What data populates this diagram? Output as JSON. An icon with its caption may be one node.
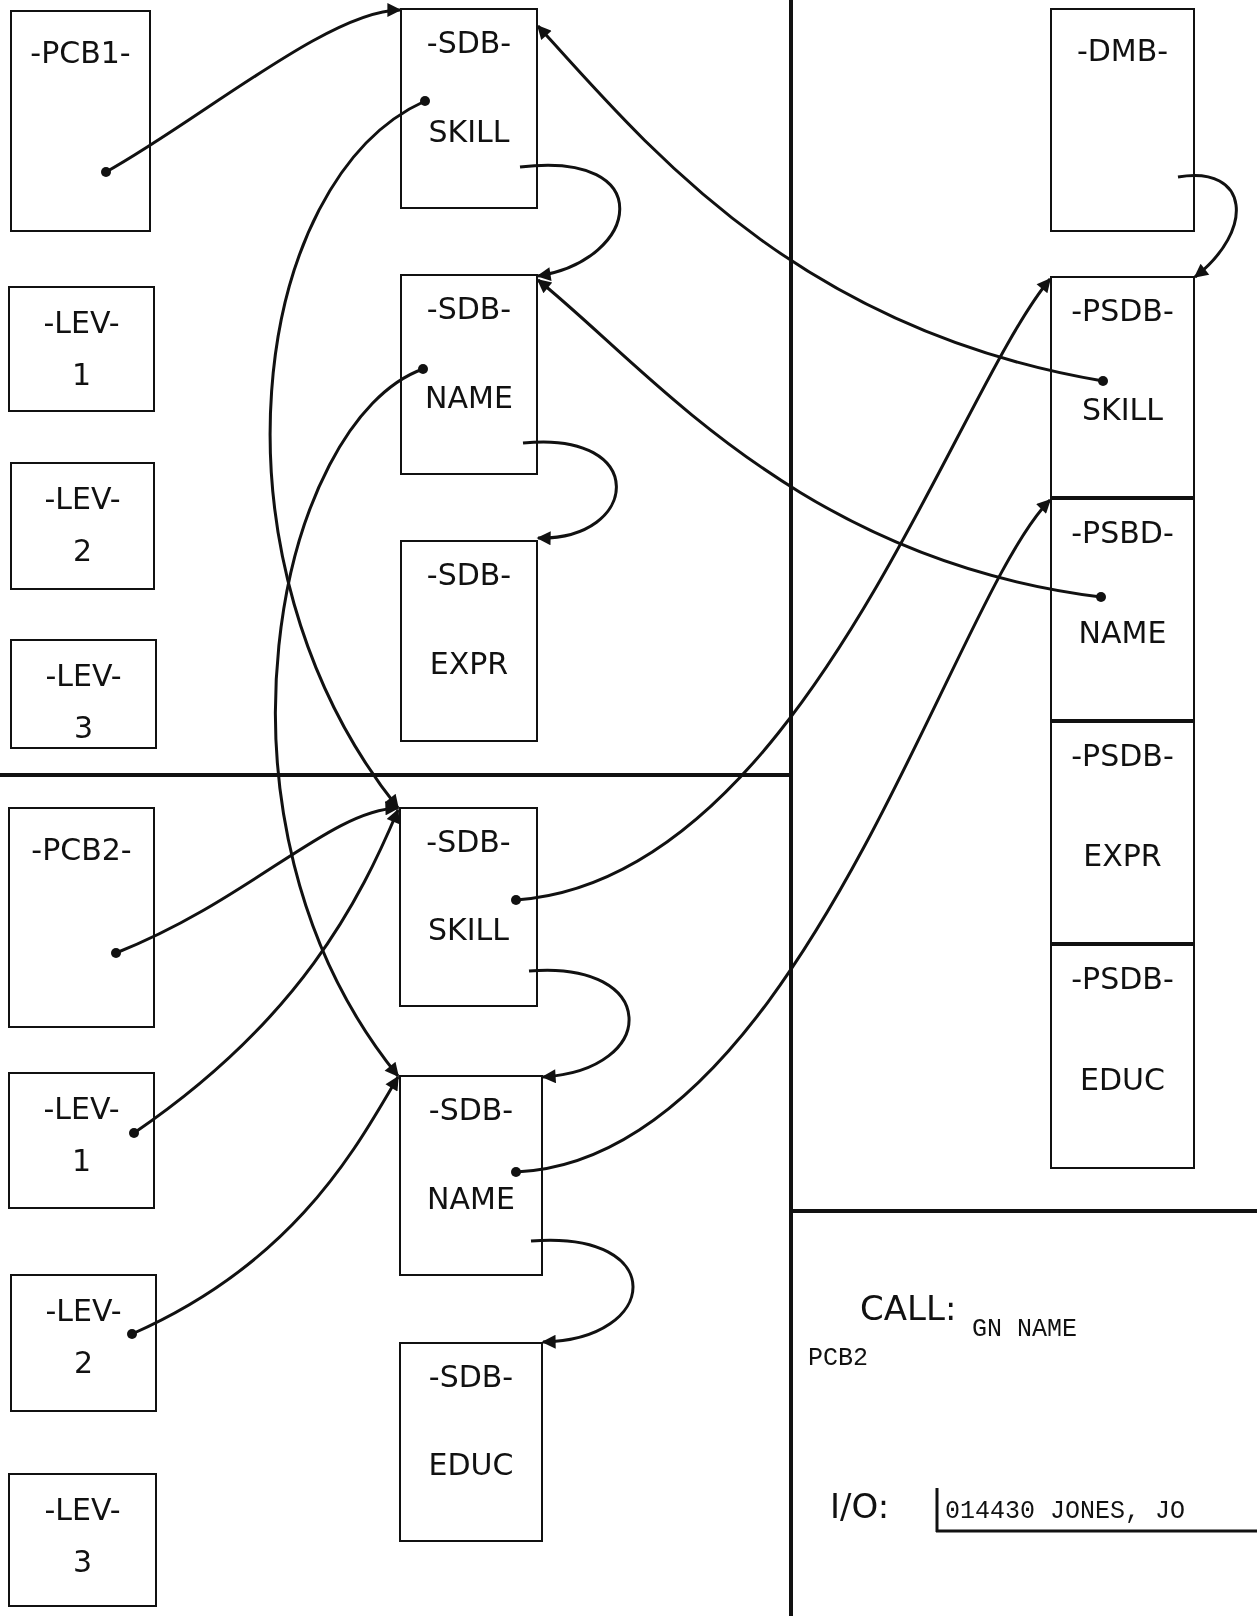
{
  "diagram": {
    "nodes": [
      {
        "text": [
          "-PCB1-"
        ]
      },
      {
        "text": [
          "-SDB-",
          "SKILL"
        ]
      },
      {
        "text": [
          "-LEV-",
          "1"
        ]
      },
      {
        "text": [
          "-SDB-",
          "NAME"
        ]
      },
      {
        "text": [
          "-LEV-",
          "2"
        ]
      },
      {
        "text": [
          "-SDB-",
          "EXPR"
        ]
      },
      {
        "text": [
          "-LEV-",
          "3"
        ]
      },
      {
        "text": [
          "-DMB-"
        ]
      },
      {
        "text": [
          "-PSDB-",
          "SKILL"
        ]
      },
      {
        "text": [
          "-PSBD-",
          "NAME"
        ]
      },
      {
        "text": [
          "-PSDB-",
          "EXPR"
        ]
      },
      {
        "text": [
          "-PSDB-",
          "EDUC"
        ]
      },
      {
        "text": [
          "-PCB2-"
        ]
      },
      {
        "text": [
          "-SDB-",
          "SKILL"
        ]
      },
      {
        "text": [
          "-LEV-",
          "1"
        ]
      },
      {
        "text": [
          "-SDB-",
          "NAME"
        ]
      },
      {
        "text": [
          "-LEV-",
          "2"
        ]
      },
      {
        "text": [
          "-SDB-",
          "EDUC"
        ]
      },
      {
        "text": [
          "-LEV-",
          "3"
        ]
      }
    ],
    "edges": [
      {
        "from": 0,
        "to": 1,
        "arrow": "to"
      },
      {
        "from": 1,
        "to": 13,
        "arrow": "to"
      },
      {
        "from": 1,
        "to": 3,
        "arrow": "to"
      },
      {
        "from": 3,
        "to": 15,
        "arrow": "to"
      },
      {
        "from": 3,
        "to": 5,
        "arrow": "to"
      },
      {
        "from": 7,
        "to": 8,
        "arrow": "to"
      },
      {
        "from": 8,
        "to": 1,
        "arrow": "to"
      },
      {
        "from": 9,
        "to": 3,
        "arrow": "to"
      },
      {
        "from": 12,
        "to": 13,
        "arrow": "to"
      },
      {
        "from": 14,
        "to": 13,
        "arrow": "to"
      },
      {
        "from": 16,
        "to": 15,
        "arrow": "to"
      },
      {
        "from": 13,
        "to": 8,
        "arrow": "to"
      },
      {
        "from": 13,
        "to": 15,
        "arrow": "to"
      },
      {
        "from": 15,
        "to": 9,
        "arrow": "to"
      },
      {
        "from": 15,
        "to": 17,
        "arrow": "to"
      }
    ],
    "labels": [
      "CALL:",
      "GN NAME",
      "PCB2",
      "I/O:",
      "014430 JONES, JO"
    ]
  }
}
